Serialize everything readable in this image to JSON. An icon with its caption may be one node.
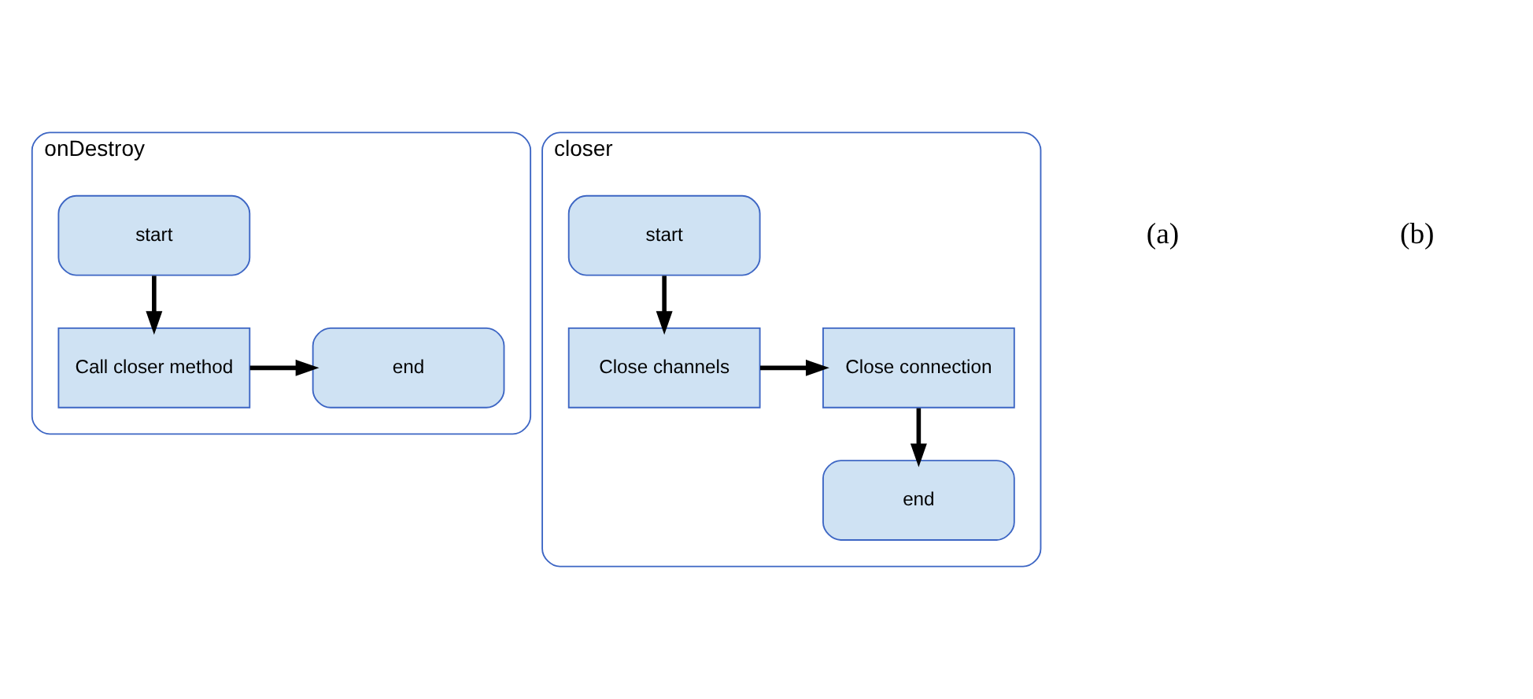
{
  "diagram": {
    "nodes": [
      {
        "text": [
          "onDestroy"
        ]
      },
      {
        "text": [
          "start"
        ],
        "in": 0
      },
      {
        "text": [
          "Call closer method"
        ],
        "in": 0
      },
      {
        "text": [
          "end"
        ],
        "in": 0
      },
      {
        "text": [
          "closer"
        ]
      },
      {
        "text": [
          "start"
        ],
        "in": 4
      },
      {
        "text": [
          "Close channels"
        ],
        "in": 4
      },
      {
        "text": [
          "Close connection"
        ],
        "in": 4
      },
      {
        "text": [
          "end"
        ],
        "in": 4
      }
    ],
    "edges": [
      {
        "from": 1,
        "to": 2,
        "arrow": "to"
      },
      {
        "from": 2,
        "to": 3,
        "arrow": "to"
      },
      {
        "from": 5,
        "to": 6,
        "arrow": "to"
      },
      {
        "from": 6,
        "to": 7,
        "arrow": "to"
      },
      {
        "from": 7,
        "to": 8,
        "arrow": "to"
      }
    ],
    "labels": [
      "(a)",
      "(b)"
    ]
  }
}
